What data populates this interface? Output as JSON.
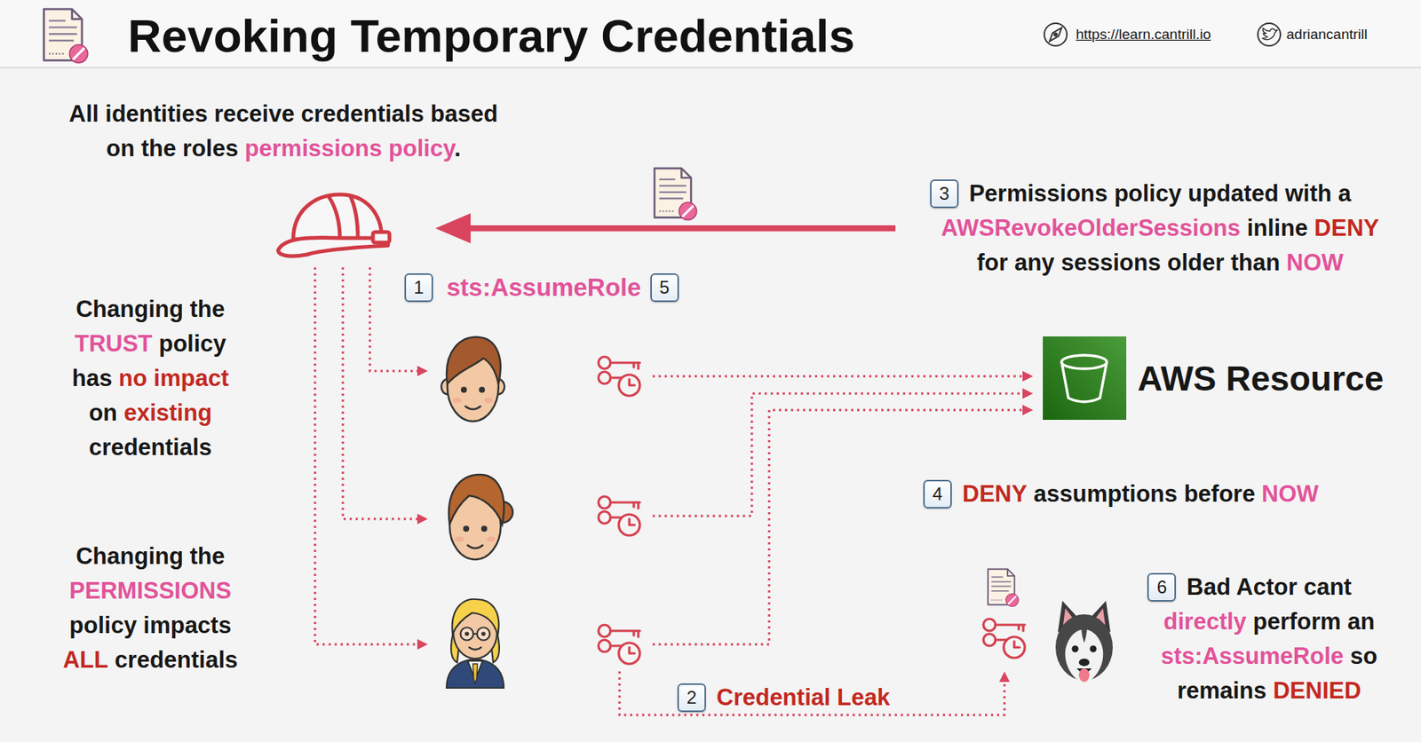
{
  "diagram": {
    "title": "Revoking Temporary Credentials",
    "nodes": [
      {
        "text": [
          "3"
        ]
      },
      {
        "text": [
          "1"
        ]
      },
      {
        "text": [
          "5"
        ]
      },
      {
        "text": [
          "4"
        ]
      },
      {
        "text": [
          "6"
        ]
      },
      {
        "text": [
          "2"
        ]
      }
    ],
    "labels": [
      "https://learn.cantrill.io",
      "adriancantrill",
      "All identities receive credentials based",
      "on the roles",
      "permissions policy",
      ".",
      "Permissions policy updated with a",
      "AWSRevokeOlderSessions",
      "inline",
      "DENY",
      "for any sessions older than",
      "NOW",
      "sts:AssumeRole",
      "Changing the",
      "TRUST",
      "policy",
      "has",
      "no impact",
      "on",
      "existing",
      "credentials",
      "AWS Resource",
      "DENY",
      "assumptions before",
      "NOW",
      "Changing the",
      "PERMISSIONS",
      "policy impacts",
      "ALL",
      "credentials",
      "Bad Actor cant",
      "directly",
      "perform an",
      "sts:AssumeRole",
      "so",
      "remains",
      "DENIED",
      "Credential Leak"
    ]
  }
}
